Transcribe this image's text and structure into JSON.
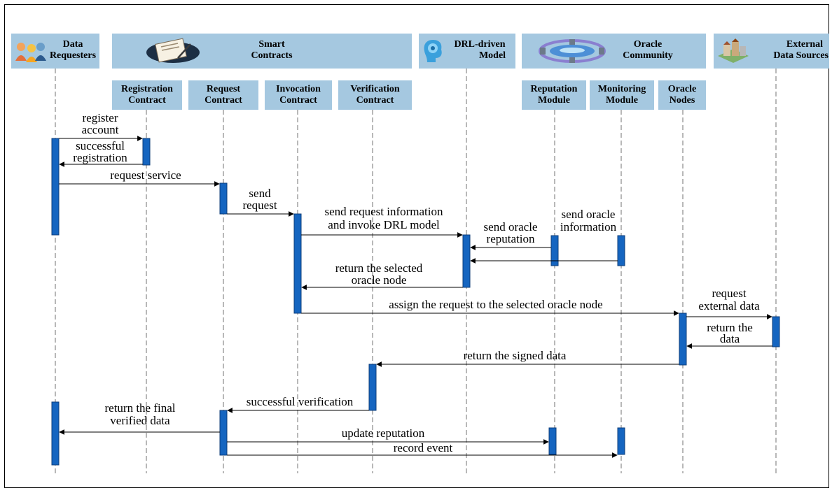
{
  "headers": {
    "data_requesters": [
      "Data",
      "Requesters"
    ],
    "smart_contracts": [
      "Smart",
      "Contracts"
    ],
    "drl_model": [
      "DRL-driven",
      "Model"
    ],
    "oracle_community": [
      "Oracle",
      "Community"
    ],
    "external_sources": [
      "External",
      "Data Sources"
    ]
  },
  "components": {
    "registration_contract": [
      "Registration",
      "Contract"
    ],
    "request_contract": [
      "Request",
      "Contract"
    ],
    "invocation_contract": [
      "Invocation",
      "Contract"
    ],
    "verification_contract": [
      "Verification",
      "Contract"
    ],
    "reputation_module": [
      "Reputation",
      "Module"
    ],
    "monitoring_module": [
      "Monitoring",
      "Module"
    ],
    "oracle_nodes": [
      "Oracle",
      "Nodes"
    ]
  },
  "messages": {
    "register_account": [
      "register",
      "account"
    ],
    "successful_registration": [
      "successful",
      "registration"
    ],
    "request_service": "request service",
    "send_request": [
      "send",
      "request"
    ],
    "send_request_info": [
      "send request information",
      "and invoke DRL model"
    ],
    "send_oracle_reputation": [
      "send oracle",
      "reputation"
    ],
    "send_oracle_information": [
      "send oracle",
      "information"
    ],
    "return_selected_node": [
      "return the selected",
      "oracle node"
    ],
    "assign_request": "assign the request to the selected oracle node",
    "request_external_data": [
      "request",
      "external data"
    ],
    "return_the_data": [
      "return the",
      "data"
    ],
    "return_signed_data": "return the signed data",
    "successful_verification": "successful verification",
    "return_final_data": [
      "return the final",
      "verified data"
    ],
    "update_reputation": "update reputation",
    "record_event": "record event"
  },
  "colors": {
    "header_fill": "#a5c8e0",
    "activation_fill": "#1565c0",
    "lifeline": "#888888"
  }
}
